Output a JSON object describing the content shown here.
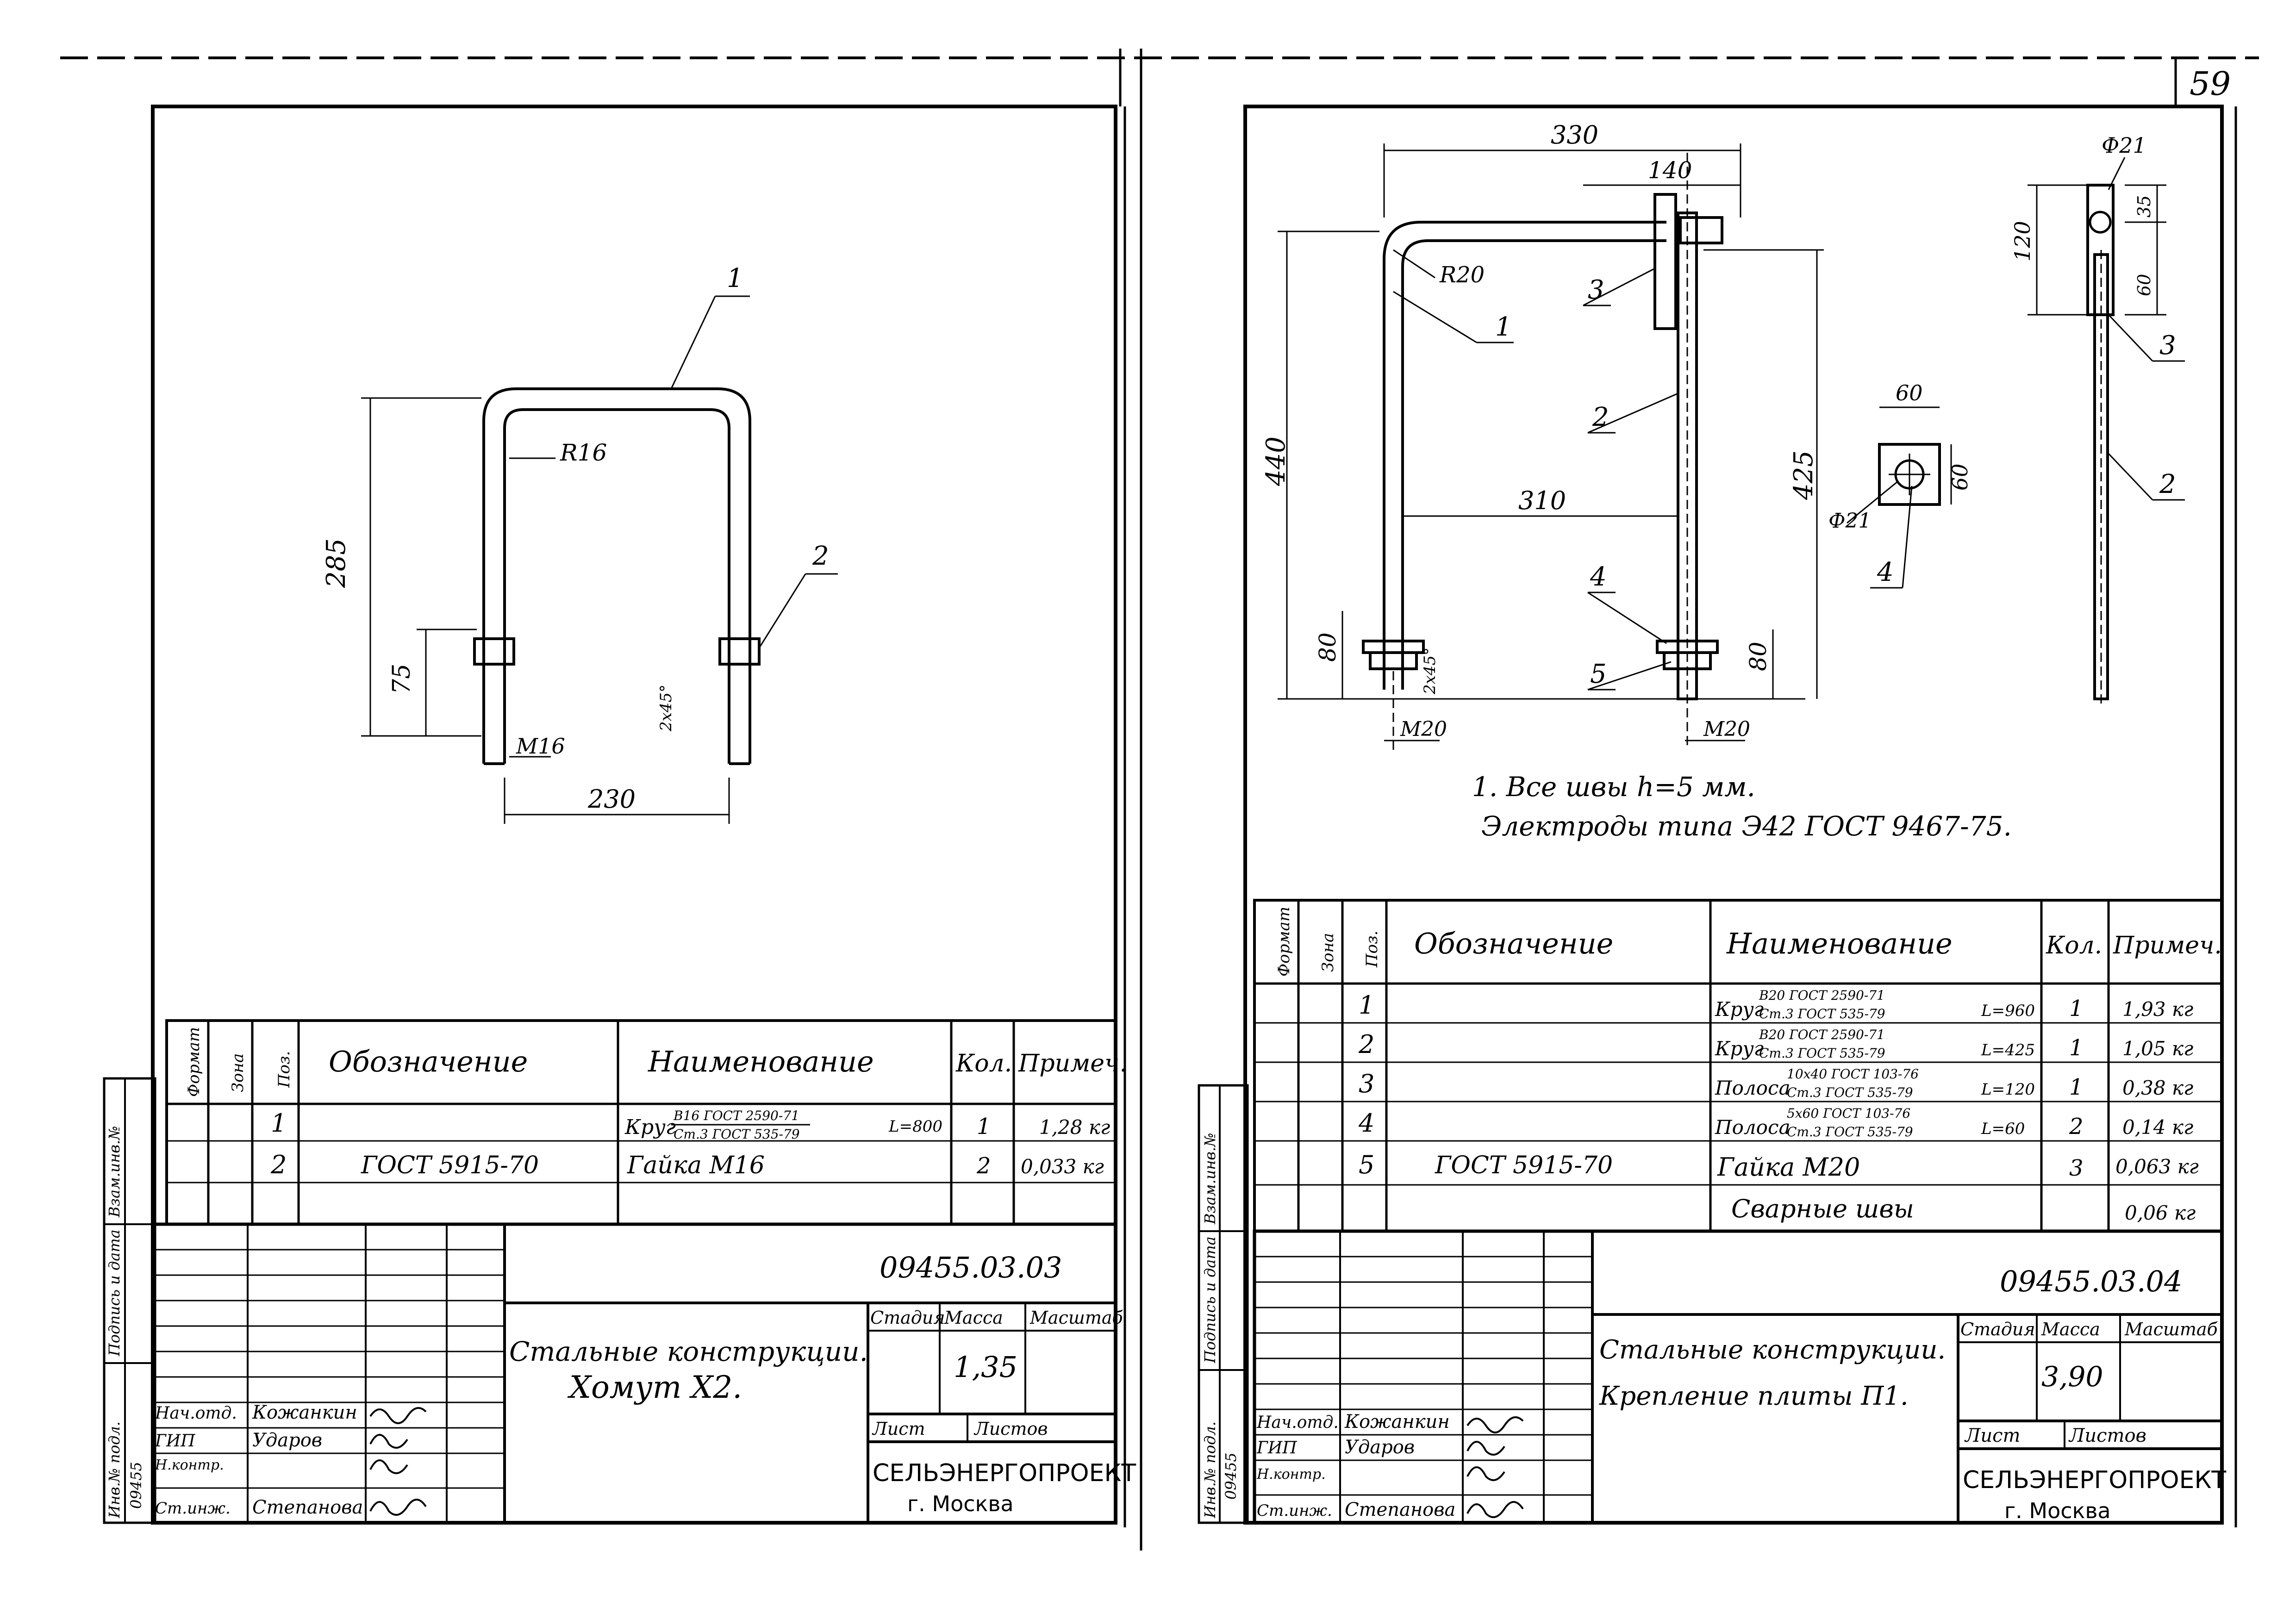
{
  "page_number": "59",
  "left": {
    "parts": [
      "1",
      "2"
    ],
    "dims": {
      "d285": "285",
      "d75": "75",
      "r16": "R16",
      "m16": "M16",
      "d230": "230",
      "chamfer": "2x45°"
    },
    "spec_header": {
      "format": "Формат",
      "zone": "Зона",
      "pos": "Поз.",
      "designation": "Обозначение",
      "name": "Наименование",
      "qty": "Кол.",
      "note": "Примеч."
    },
    "rows": [
      {
        "pos": "1",
        "designation": "",
        "name": "Круг",
        "std_top": "В16 ГОСТ 2590-71",
        "std_bot": "Ст.3 ГОСТ 535-79",
        "len": "L=800",
        "qty": "1",
        "note": "1,28 кг"
      },
      {
        "pos": "2",
        "designation": "ГОСТ 5915-70",
        "name": "Гайка М16",
        "std_top": "",
        "std_bot": "",
        "len": "",
        "qty": "2",
        "note": "0,033 кг"
      }
    ],
    "title_block": {
      "code": "09455.03.03",
      "title1": "Стальные конструкции.",
      "title2": "Хомут Х2.",
      "stage": "Стадия",
      "mass": "Масса",
      "scale": "Масштаб",
      "mass_value": "1,35",
      "sheet": "Лист",
      "sheets": "Листов",
      "org": "СЕЛЬЭНЕРГОПРОЕКТ",
      "city": "г. Москва",
      "roles": [
        "Нач.отд.",
        "ГИП",
        "Н.контр.",
        "Ст.инж."
      ],
      "names": [
        "Кожанкин",
        "Ударов",
        "",
        "Степанова"
      ],
      "inv_number": "09455"
    },
    "side_labels": [
      "Взам.инв.№",
      "Подпись и дата",
      "Инв.№ подл."
    ]
  },
  "right": {
    "parts": [
      "1",
      "2",
      "3",
      "4",
      "5"
    ],
    "dims": {
      "d330": "330",
      "d140": "140",
      "r20": "R20",
      "d440": "440",
      "d310": "310",
      "d425": "425",
      "d80a": "80",
      "d80b": "80",
      "m20a": "M20",
      "m20b": "M20",
      "chamfer": "2x45°",
      "d60a": "60",
      "d60b": "60",
      "phi21a": "Ф21",
      "phi21b": "Ф21",
      "d120": "120",
      "d35": "35",
      "d60c": "60"
    },
    "notes": [
      "1. Все швы h=5 мм.",
      "Электроды типа Э42 ГОСТ 9467-75."
    ],
    "spec_header": {
      "format": "Формат",
      "zone": "Зона",
      "pos": "Поз.",
      "designation": "Обозначение",
      "name": "Наименование",
      "qty": "Кол.",
      "note": "Примеч."
    },
    "rows": [
      {
        "pos": "1",
        "designation": "",
        "name": "Круг",
        "std_top": "В20 ГОСТ 2590-71",
        "std_bot": "Ст.3 ГОСТ 535-79",
        "len": "L=960",
        "qty": "1",
        "note": "1,93 кг"
      },
      {
        "pos": "2",
        "designation": "",
        "name": "Круг",
        "std_top": "В20 ГОСТ 2590-71",
        "std_bot": "Ст.3 ГОСТ 535-79",
        "len": "L=425",
        "qty": "1",
        "note": "1,05 кг"
      },
      {
        "pos": "3",
        "designation": "",
        "name": "Полоса",
        "std_top": "10x40 ГОСТ 103-76",
        "std_bot": "Ст.3 ГОСТ 535-79",
        "len": "L=120",
        "qty": "1",
        "note": "0,38 кг"
      },
      {
        "pos": "4",
        "designation": "",
        "name": "Полоса",
        "std_top": "5x60 ГОСТ 103-76",
        "std_bot": "Ст.3 ГОСТ 535-79",
        "len": "L=60",
        "qty": "2",
        "note": "0,14 кг"
      },
      {
        "pos": "5",
        "designation": "ГОСТ 5915-70",
        "name": "Гайка М20",
        "std_top": "",
        "std_bot": "",
        "len": "",
        "qty": "3",
        "note": "0,063 кг"
      },
      {
        "pos": "",
        "designation": "",
        "name": "Сварные швы",
        "std_top": "",
        "std_bot": "",
        "len": "",
        "qty": "",
        "note": "0,06 кг"
      }
    ],
    "title_block": {
      "code": "09455.03.04",
      "title1": "Стальные конструкции.",
      "title2": "Крепление плиты П1.",
      "stage": "Стадия",
      "mass": "Масса",
      "scale": "Масштаб",
      "mass_value": "3,90",
      "sheet": "Лист",
      "sheets": "Листов",
      "org": "СЕЛЬЭНЕРГОПРОЕКТ",
      "city": "г. Москва",
      "roles": [
        "Нач.отд.",
        "ГИП",
        "Н.контр.",
        "Ст.инж."
      ],
      "names": [
        "Кожанкин",
        "Ударов",
        "",
        "Степанова"
      ],
      "inv_number": "09455"
    },
    "side_labels": [
      "Взам.инв.№",
      "Подпись и дата",
      "Инв.№ подл."
    ]
  }
}
